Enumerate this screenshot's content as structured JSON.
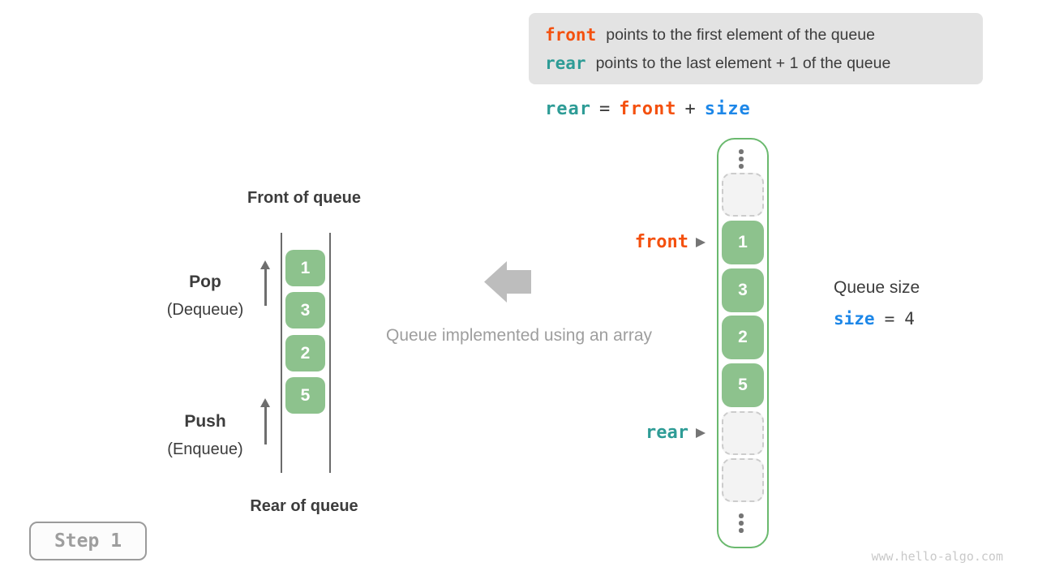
{
  "colors": {
    "front_accent": "#f4500e",
    "rear_accent": "#2e9c96",
    "size_accent": "#1d87e8",
    "cell_green": "#8dc28d",
    "array_border_green": "#6ab96e",
    "info_box_bg": "#e3e3e3",
    "text_dark": "#3c3c3c",
    "muted_gray": "#9e9e9e"
  },
  "icons": {
    "pointer_arrow": "➤",
    "ellipsis_dots": "⋮",
    "up_arrow": "↑",
    "left_block_arrow": "⬅"
  },
  "info_box": {
    "line1": {
      "code": "front",
      "text": "points to the first element of the queue"
    },
    "line2": {
      "code": "rear",
      "text": "points to the last element + 1 of the queue"
    }
  },
  "formula": {
    "rear": "rear",
    "eq": "=",
    "front": "front",
    "plus": "+",
    "size": "size"
  },
  "left_queue": {
    "front_label": "Front of queue",
    "rear_label": "Rear of queue",
    "pop": {
      "title": "Pop",
      "subtitle": "(Dequeue)"
    },
    "push": {
      "title": "Push",
      "subtitle": "(Enqueue)"
    },
    "values": [
      "1",
      "3",
      "2",
      "5"
    ]
  },
  "center": {
    "caption": "Queue implemented using an array"
  },
  "array": {
    "front_label": "front",
    "rear_label": "rear",
    "values": [
      "1",
      "3",
      "2",
      "5"
    ]
  },
  "size_info": {
    "title": "Queue size",
    "var": "size",
    "eq": "=",
    "value": "4"
  },
  "step_badge": {
    "label": "Step 1"
  },
  "watermark": "www.hello-algo.com"
}
